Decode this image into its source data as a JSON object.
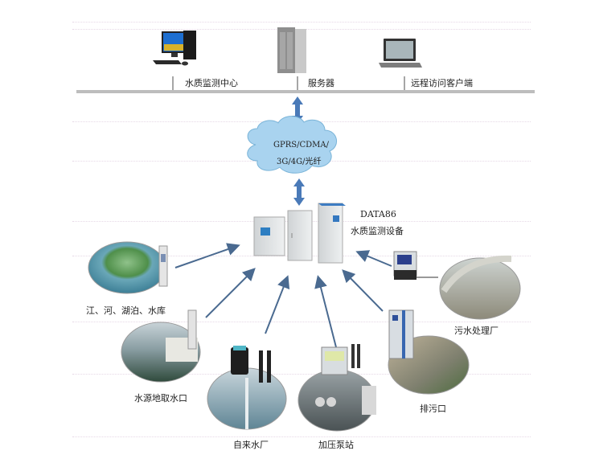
{
  "diagram": {
    "title_block": {
      "clients": [
        {
          "label": "水质监测中心",
          "icon": "desktop-computer-icon"
        },
        {
          "label": "服务器",
          "icon": "server-tower-icon"
        },
        {
          "label": "远程访问客户端",
          "icon": "laptop-icon"
        }
      ]
    },
    "network": {
      "line1": "GPRS/CDMA/",
      "line2": "3G/4G/光纤"
    },
    "device": {
      "model": "DATA86",
      "name": "水质监测设备"
    },
    "sites": [
      {
        "label": "江、河、湖泊、水库"
      },
      {
        "label": "水源地取水口"
      },
      {
        "label": "自来水厂"
      },
      {
        "label": "加压泵站"
      },
      {
        "label": "排污口"
      },
      {
        "label": "污水处理厂"
      }
    ],
    "colors": {
      "arrow_blue": "#4a7ab8",
      "cloud_blue": "#a9d3ef",
      "link_line": "#4a6a90",
      "bus_gray": "#b8b8b8"
    }
  }
}
